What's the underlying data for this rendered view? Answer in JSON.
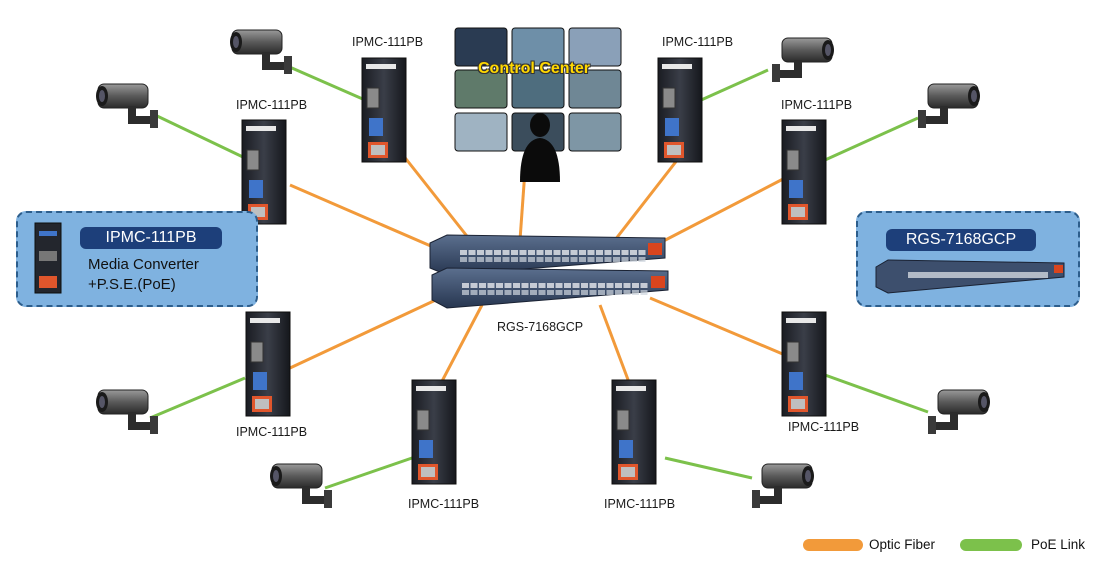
{
  "colors": {
    "optic_fiber": "#f29a3a",
    "poe_link": "#7cc14b",
    "callout_bg": "#7fb2e0",
    "tag_bg": "#1d3f7a"
  },
  "control_center": {
    "label": "Control Center"
  },
  "switch": {
    "label": "RGS-7168GCP"
  },
  "converters": [
    {
      "label": "IPMC-111PB"
    },
    {
      "label": "IPMC-111PB"
    },
    {
      "label": "IPMC-111PB"
    },
    {
      "label": "IPMC-111PB"
    },
    {
      "label": "IPMC-111PB"
    },
    {
      "label": "IPMC-111PB"
    },
    {
      "label": "IPMC-111PB"
    },
    {
      "label": "IPMC-111PB"
    }
  ],
  "left_callout": {
    "tag": "IPMC-111PB",
    "line1": "Media Converter",
    "line2": "+P.S.E.(PoE)"
  },
  "right_callout": {
    "tag": "RGS-7168GCP"
  },
  "legend": {
    "optic_label": "Optic Fiber",
    "poe_label": "PoE Link"
  }
}
